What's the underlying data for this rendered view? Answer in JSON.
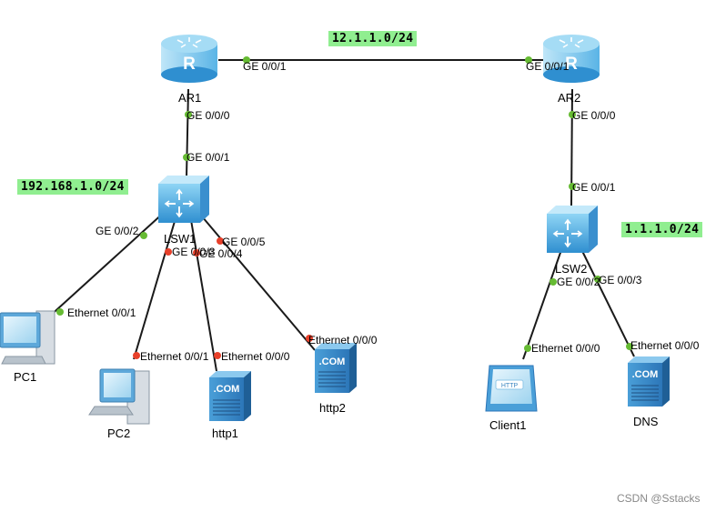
{
  "networks": {
    "wan": "12.1.1.0/24",
    "lan1": "192.168.1.0/24",
    "lan2": "1.1.1.0/24"
  },
  "devices": {
    "ar1": "AR1",
    "ar2": "AR2",
    "lsw1": "LSW1",
    "lsw2": "LSW2",
    "pc1": "PC1",
    "pc2": "PC2",
    "http1": "http1",
    "http2": "http2",
    "client1": "Client1",
    "dns": "DNS"
  },
  "ports": {
    "ar1_g001": "GE 0/0/1",
    "ar2_g001": "GE 0/0/1",
    "ar1_g000": "GE 0/0/0",
    "lsw1_g001": "GE 0/0/1",
    "lsw1_g002": "GE 0/0/2",
    "lsw1_g003": "GE 0/0/3",
    "lsw1_g004": "GE 0/0/4",
    "lsw1_g005": "GE 0/0/5",
    "pc1_eth": "Ethernet 0/0/1",
    "pc2_eth": "Ethernet 0/0/1",
    "http1_eth": "Ethernet 0/0/0",
    "http2_eth": "Ethernet 0/0/0",
    "ar2_g000": "GE 0/0/0",
    "lsw2_g001": "GE 0/0/1",
    "lsw2_g002": "GE 0/0/2",
    "lsw2_g003": "GE 0/0/3",
    "client1_eth": "Ethernet 0/0/0",
    "dns_eth": "Ethernet 0/0/0"
  },
  "server_badge": ".COM",
  "client_badge": "HTTP",
  "router_glyph": "R",
  "watermark": "CSDN @Sstacks",
  "colors": {
    "link": "#1a1a1a",
    "port_up": "#66bb33",
    "port_down": "#e8402a",
    "net_label_bg": "#90ee90",
    "device_blue": "#3aa0dc"
  },
  "icons": {
    "router": "router-icon",
    "switch": "switch-icon",
    "pc": "pc-icon",
    "server": "server-icon",
    "client": "client-icon"
  }
}
